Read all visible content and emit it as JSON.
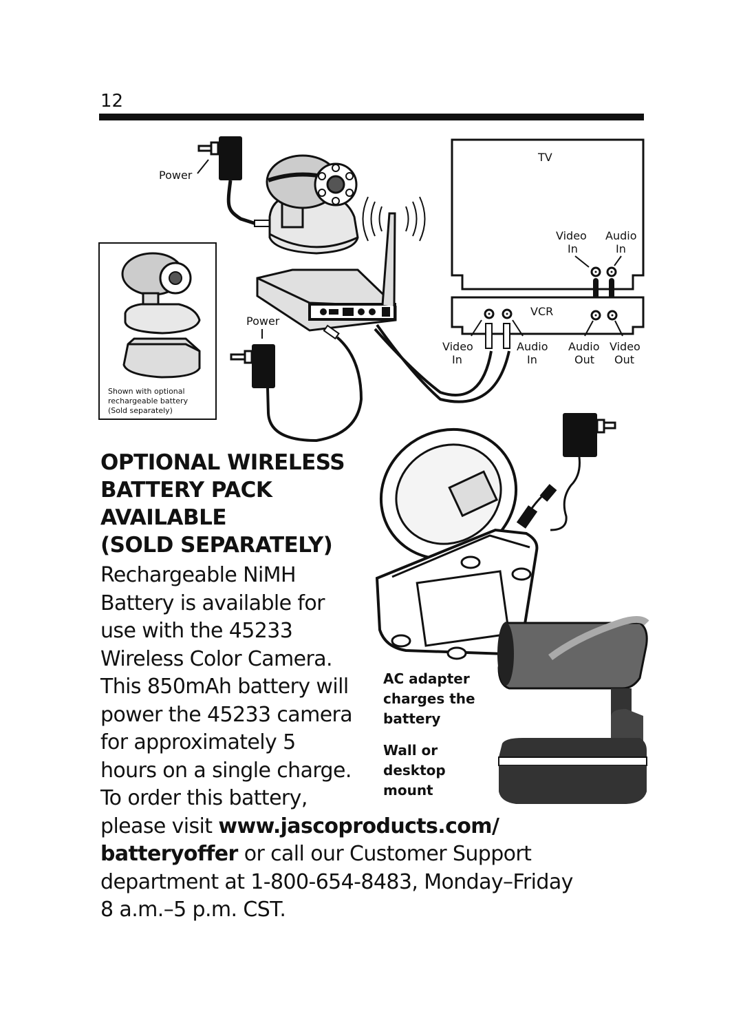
{
  "page_number": "12",
  "diagram": {
    "power_label_top": "Power",
    "power_label_receiver": "Power",
    "tv_label": "TV",
    "vcr_label": "VCR",
    "tv_video_in": [
      "Video",
      "In"
    ],
    "tv_audio_in": [
      "Audio",
      "In"
    ],
    "vcr_video_in": [
      "Video",
      "In"
    ],
    "vcr_audio_in": [
      "Audio",
      "In"
    ],
    "vcr_audio_out": [
      "Audio",
      "Out"
    ],
    "vcr_video_out": [
      "Video",
      "Out"
    ],
    "inset_caption": [
      "Shown with optional",
      "rechargeable battery",
      "(Sold separately)"
    ]
  },
  "heading": [
    "OPTIONAL WIRELESS",
    "BATTERY PACK",
    "AVAILABLE",
    "(SOLD SEPARATELY)"
  ],
  "body": {
    "lines": [
      "Rechargeable NiMH",
      "Battery is available for",
      "use with the 45233",
      "Wireless Color Camera.",
      "This 850mAh battery will",
      "power the 45233 camera",
      "for approximately 5",
      "hours on a single charge.",
      "To order this battery,"
    ],
    "visit_prefix": "please visit ",
    "url_part1": "www.jascoproducts.com/",
    "url_part2": "batteryoffer",
    "support_suffix": " or call our Customer Support",
    "line_dept": "department at 1-800-654-8483, Monday–Friday",
    "line_hours": "8 a.m.–5 p.m. CST."
  },
  "callouts": {
    "ac_adapter": [
      "AC adapter",
      "charges the",
      "battery"
    ],
    "mount": [
      "Wall or",
      "desktop",
      "mount"
    ]
  }
}
